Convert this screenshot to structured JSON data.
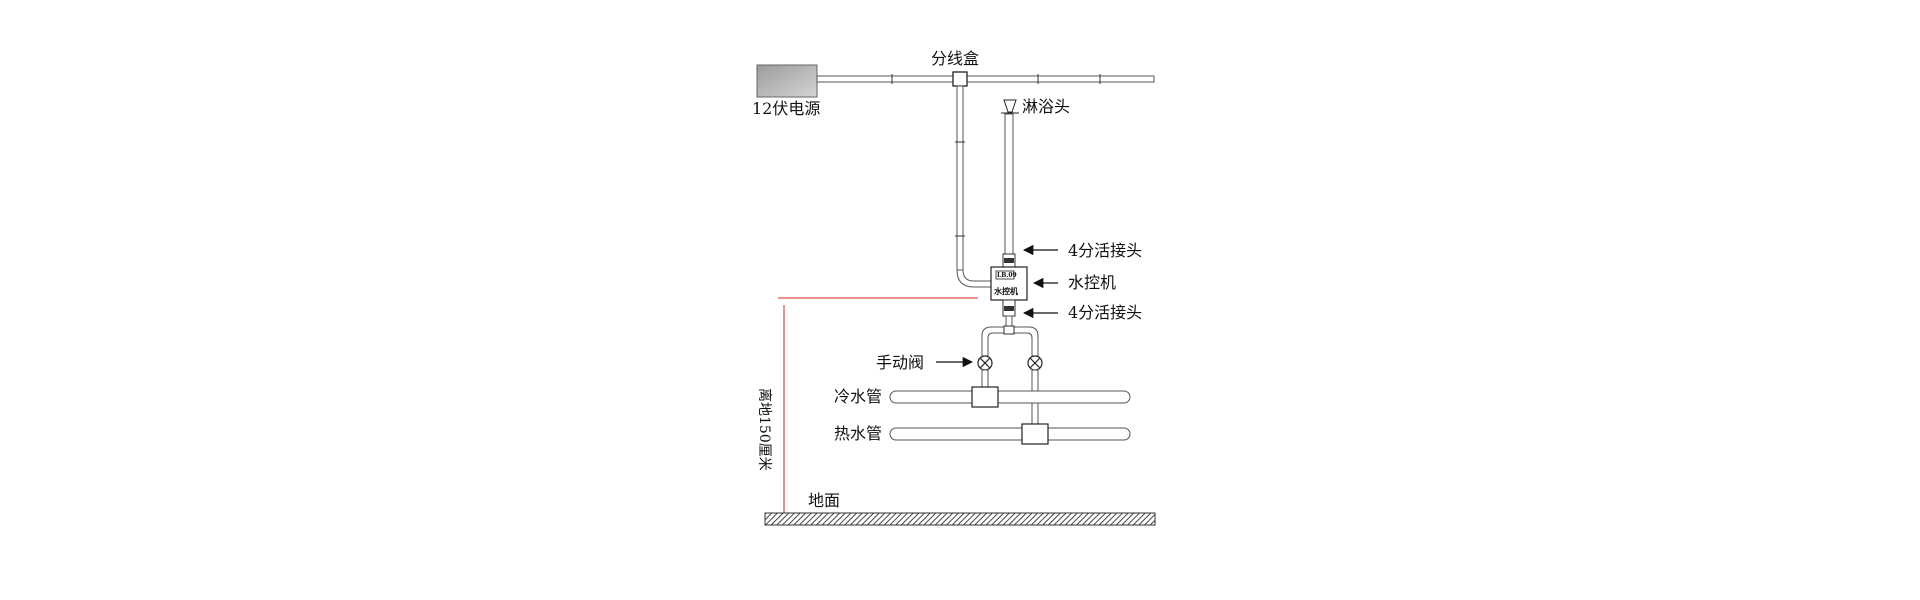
{
  "labels": {
    "power_supply": "12伏电源",
    "junction_box": "分线盒",
    "shower_head": "淋浴头",
    "union_top": "4分活接头",
    "controller": "水控机",
    "union_bottom": "4分活接头",
    "manual_valve": "手动阀",
    "cold_pipe": "冷水管",
    "hot_pipe": "热水管",
    "height": "离地150厘米",
    "ground": "地面",
    "device_display": "LB.09",
    "device_label": "水控机"
  },
  "colors": {
    "line": "#333333",
    "pipe_stroke": "#555555",
    "power_fill": "#b0b0b0",
    "height_marker": "#d42020",
    "ground_fill": "#707070",
    "text": "#111111"
  }
}
